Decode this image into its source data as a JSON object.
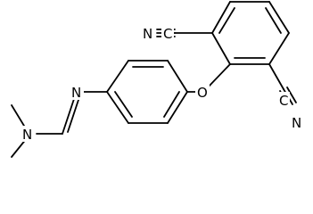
{
  "molecule": {
    "atom_labels": {
      "N_amidine_imine": "N",
      "N_dimethylamino": "N",
      "O_ether": "O",
      "C_nitrile_top": "C",
      "N_nitrile_top": "N",
      "C_nitrile_bottom": "C",
      "N_nitrile_bottom": "N"
    }
  }
}
